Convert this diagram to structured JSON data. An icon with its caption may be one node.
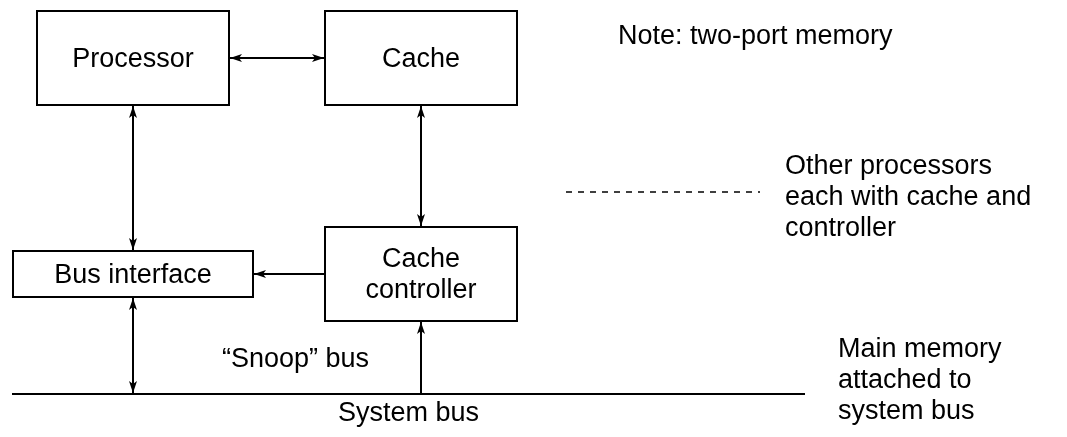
{
  "diagram": {
    "nodes": [
      {
        "text": [
          "Processor"
        ]
      },
      {
        "text": [
          "Cache"
        ]
      },
      {
        "text": [
          "Bus interface"
        ]
      },
      {
        "text": [
          "Cache controller"
        ]
      },
      {
        "text": [
          "System bus"
        ]
      }
    ],
    "edges": [
      {
        "from": 0,
        "to": 1,
        "arrow": "both"
      },
      {
        "from": 0,
        "to": 2,
        "arrow": "both"
      },
      {
        "from": 1,
        "to": 3,
        "arrow": "both"
      },
      {
        "from": 3,
        "to": 2,
        "arrow": "to"
      },
      {
        "from": 2,
        "to": 4,
        "arrow": "both"
      },
      {
        "from": 4,
        "to": 3,
        "arrow": "to",
        "label": "“Snoop” bus"
      }
    ],
    "labels": [
      "Note: two-port memory",
      "Other processors each with cache and controller",
      "Main memory attached to system bus"
    ]
  }
}
